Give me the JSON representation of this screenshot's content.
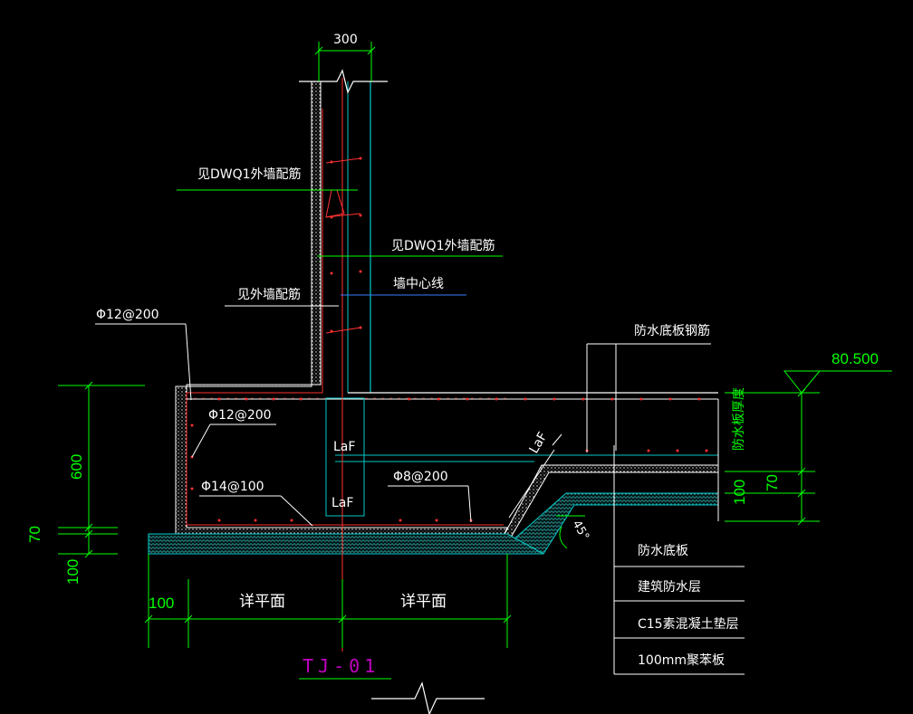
{
  "drawing": {
    "wall_thickness": "300",
    "elevation": "80.500",
    "dim_600": "600",
    "dim_70_left": "70",
    "dim_100_left": "100",
    "dim_100_bottom": "100",
    "dim_detail_left": "详平面",
    "dim_detail_right": "详平面",
    "dim_100_right": "100",
    "dim_70_right": "70",
    "slope_angle": "45°",
    "anchor_laf_1": "LaF",
    "anchor_laf_2": "LaF",
    "anchor_laf_3": "LaF",
    "base_slab_thickness": "防水板厚度",
    "section_id": "TJ-01"
  },
  "callouts": {
    "see_dwq1_upper": "见DWQ1外墙配筋",
    "see_dwq1_right": "见DWQ1外墙配筋",
    "wall_center_line": "墙中心线",
    "see_outer_wall": "见外墙配筋",
    "rebar_phi12_outer": "Φ12@200",
    "rebar_phi12_inner": "Φ12@200",
    "rebar_phi14": "Φ14@100",
    "rebar_phi8": "Φ8@200",
    "base_slab_rebar": "防水底板钢筋"
  },
  "legend": {
    "items": [
      "防水底板",
      "建筑防水层",
      "C15素混凝土垫层",
      "100mm聚苯板"
    ]
  },
  "colors": {
    "background": "#000000",
    "dimension": "#00ff00",
    "outline": "#ffffff",
    "centerline": "#ff3030",
    "grid": "#00c8c8",
    "section_label": "#c000c0",
    "rebar_dot": "#ff3030"
  }
}
